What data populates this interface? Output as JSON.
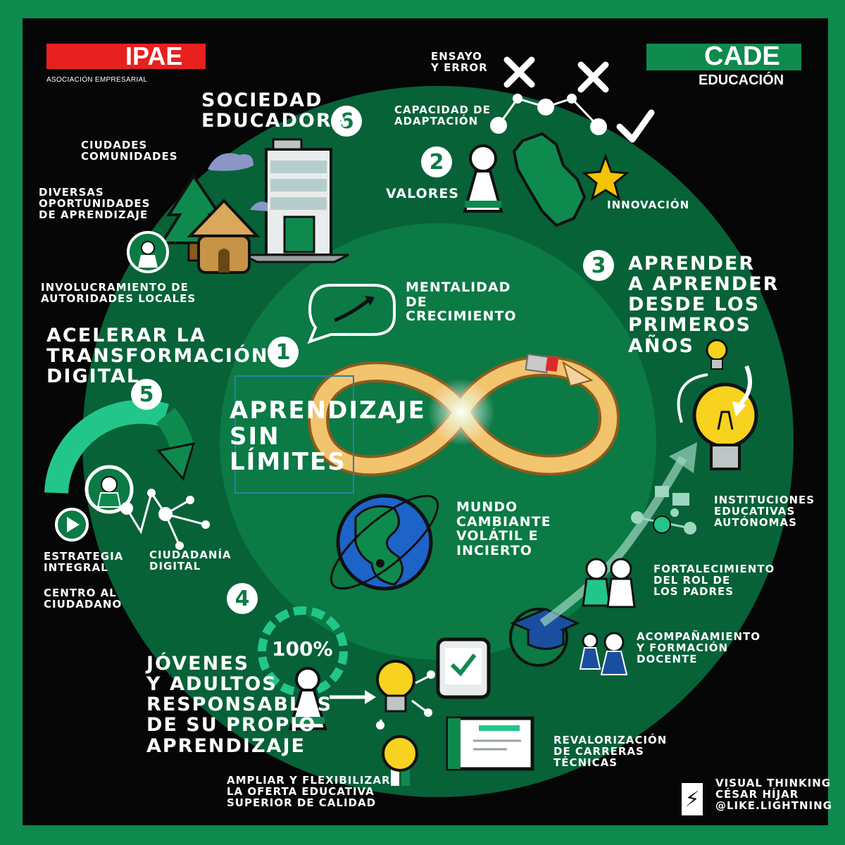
{
  "logos": {
    "ipae": "IPAE",
    "ipae_sub": "ASOCIACIÓN EMPRESARIAL",
    "cade": "CADE",
    "cade_sub": "EDUCACIÓN"
  },
  "center_title": "APRENDIZAJE\nSIN\nLÍMITES",
  "numbers": [
    "1",
    "2",
    "3",
    "4",
    "5",
    "6"
  ],
  "labels": {
    "ensayo": "ENSAYO\nY ERROR",
    "capacidad": "CAPACIDAD DE\nADAPTACIÓN",
    "valores": "VALORES",
    "innovacion": "INNOVACIÓN",
    "mentalidad": "MENTALIDAD\nDE\nCRECIMIENTO",
    "aprender": "APRENDER\nA APRENDER\nDESDE LOS\nPRIMEROS\nAÑOS",
    "sociedad": "SOCIEDAD\nEDUCADORA",
    "ciudades": "CIUDADES\nCOMUNIDADES",
    "diversas": "DIVERSAS\nOPORTUNIDADES\nDE APRENDIZAJE",
    "involucramiento": "INVOLUCRAMIENTO DE\nAUTORIDADES LOCALES",
    "acelerar": "ACELERAR LA\nTRANSFORMACIÓN\nDIGITAL",
    "estrategia": "ESTRATEGIA\nINTEGRAL",
    "ciudadania": "CIUDADANÍA\nDIGITAL",
    "centro": "CENTRO AL\nCIUDADANO",
    "mundo": "MUNDO\nCAMBIANTE\nVOLÁTIL E\nINCIERTO",
    "instituciones": "INSTITUCIONES\nEDUCATIVAS\nAUTÓNOMAS",
    "fortalecimiento": "FORTALECIMIENTO\nDEL ROL DE\nLOS PADRES",
    "acompanamiento": "ACOMPAÑAMIENTO\nY FORMACIÓN\nDOCENTE",
    "jovenes": "JÓVENES\nY ADULTOS\nRESPONSABLES\nDE SU PROPIO\nAPRENDIZAJE",
    "revalorizacion": "REVALORIZACIÓN\nDE CARRERAS\nTÉCNICAS",
    "ampliar": "AMPLIAR Y FLEXIBILIZAR\nLA OFERTA EDUCATIVA\nSUPERIOR DE CALIDAD",
    "hundred": "100%",
    "credit": "VISUAL THINKING\nCÉSAR HÍJAR\n@LIKE.LIGHTNING"
  },
  "colors": {
    "frame_green": "#0f8a4f",
    "outer_circle": "#076238",
    "inner_circle": "#0b7a45",
    "ipae_red": "#e8201f",
    "pencil_yellow": "#f2c46e",
    "bulb_yellow": "#f7d21e",
    "globe_blue": "#1e63c8",
    "star_yellow": "#f5c400"
  },
  "icons": [
    "infinity-pencil-icon",
    "speech-bubble-arrow-icon",
    "globe-icon",
    "pawn-icon",
    "peru-map-icon",
    "star-icon",
    "x-mark-icon",
    "check-icon",
    "lightbulb-icon",
    "building-icon",
    "hut-icon",
    "tree-icon",
    "cloud-icon",
    "gauge-icon",
    "play-icon",
    "network-icon",
    "graduation-cap-icon",
    "phone-check-icon",
    "diploma-icon",
    "medal-icon",
    "lightning-bolt-icon"
  ]
}
